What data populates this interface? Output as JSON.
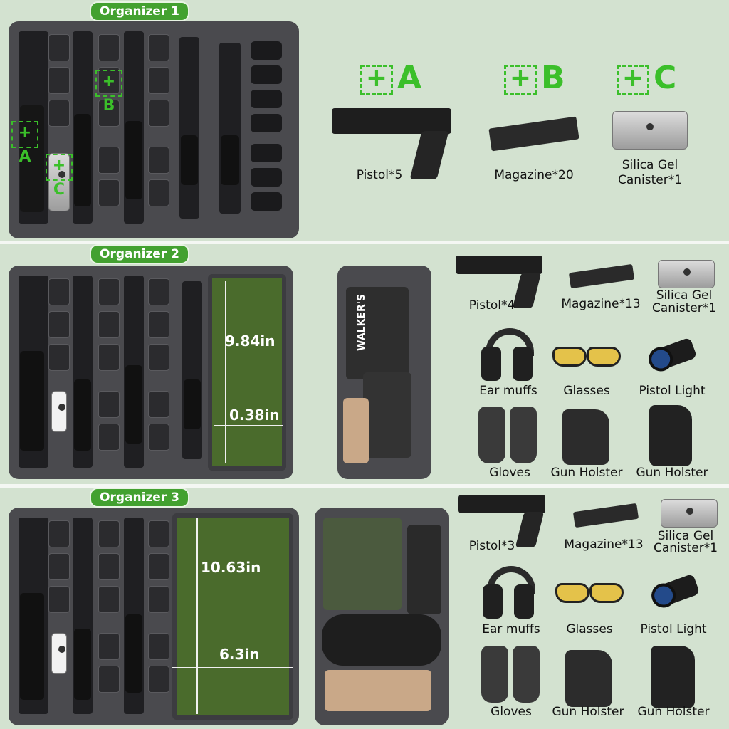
{
  "organizers": [
    {
      "title": "Organizer 1"
    },
    {
      "title": "Organizer 2"
    },
    {
      "title": "Organizer 3"
    }
  ],
  "markers": {
    "a": "A",
    "b": "B",
    "c": "C"
  },
  "org1_items": {
    "pistol": "Pistol*5",
    "magazine": "Magazine*20",
    "silica_line1": "Silica Gel",
    "silica_line2": "Canister*1"
  },
  "org2_dims": {
    "height": "9.84in",
    "width": "0.38in"
  },
  "org2_items": {
    "pistol": "Pistol*4",
    "magazine": "Magazine*13",
    "silica_line1": "Silica Gel",
    "silica_line2": "Canister*1",
    "earmuffs": "Ear muffs",
    "glasses": "Glasses",
    "pistol_light": "Pistol Light",
    "gloves": "Gloves",
    "holster_1": "Gun Holster",
    "holster_2": "Gun Holster"
  },
  "org3_dims": {
    "height": "10.63in",
    "width": "6.3in"
  },
  "org3_items": {
    "pistol": "Pistol*3",
    "magazine": "Magazine*13",
    "silica_line1": "Silica Gel",
    "silica_line2": "Canister*1",
    "earmuffs": "Ear muffs",
    "glasses": "Glasses",
    "pistol_light": "Pistol Light",
    "gloves": "Gloves",
    "holster_1": "Gun Holster",
    "holster_2": "Gun Holster"
  },
  "earmuff_brand": "WALKER'S",
  "colors": {
    "accent_green": "#43a130",
    "marker_green": "#3bbf2a",
    "foam": "#4a4a4e",
    "background": "#d3e2d0"
  }
}
